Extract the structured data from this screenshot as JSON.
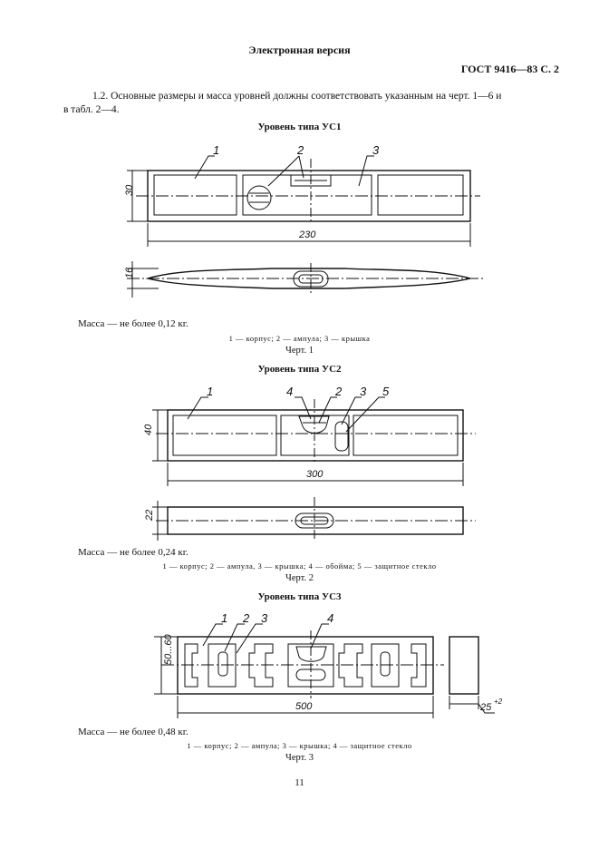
{
  "header": {
    "title": "Электронная версия",
    "standard": "ГОСТ 9416—83 С. 2"
  },
  "intro": {
    "line1": "1.2. Основные размеры и масса уровней должны соответствовать указанным на черт. 1—6 и",
    "line2": "в табл. 2—4."
  },
  "figures": [
    {
      "title": "Уровень типа УС1",
      "mass": "Масса — не более 0,12 кг.",
      "legend": "1 — корпус; 2 — ампула; 3 — крышка",
      "caption": "Черт. 1",
      "callouts": [
        "1",
        "2",
        "3"
      ],
      "dims": {
        "height": "30",
        "length": "230",
        "thickness": "16"
      }
    },
    {
      "title": "Уровень типа УС2",
      "mass": "Масса — не более 0,24 кг.",
      "legend": "1 — корпус; 2 — ампула, 3 — крышка; 4 — обойма; 5 — защитное стекло",
      "caption": "Черт. 2",
      "callouts": [
        "1",
        "4",
        "2",
        "3",
        "5"
      ],
      "dims": {
        "height": "40",
        "length": "300",
        "thickness": "22"
      }
    },
    {
      "title": "Уровень типа УС3",
      "mass": "Масса — не более 0,48 кг.",
      "legend": "1 — корпус; 2 — ампула; 3 — крышка; 4 — защитное стекло",
      "caption": "Черт. 3",
      "callouts": [
        "1",
        "2",
        "3",
        "4"
      ],
      "dims": {
        "height": "50...60",
        "length": "500",
        "thickness": "25",
        "tolerance": "+2"
      }
    }
  ],
  "page_number": "11"
}
